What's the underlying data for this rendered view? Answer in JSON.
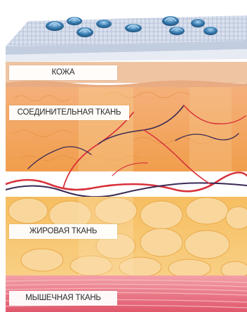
{
  "labels": {
    "skin": "КОЖА",
    "connective": "СОЕДИНИТЕЛЬНАЯ ТКАНЬ",
    "fat": "ЖИРОВАЯ ТКАНЬ",
    "muscle": "МЫШЕЧНАЯ ТКАНЬ"
  },
  "colors": {
    "fabric_top": "#c9d3e6",
    "device_domes": "#2f6f9e",
    "epidermis": "#e8b48a",
    "dermis": "#f2a65a",
    "fat": "#f7c36b",
    "muscle": "#e25a6a",
    "vessel_red": "#d8323b",
    "vessel_dark": "#3a2a55"
  }
}
